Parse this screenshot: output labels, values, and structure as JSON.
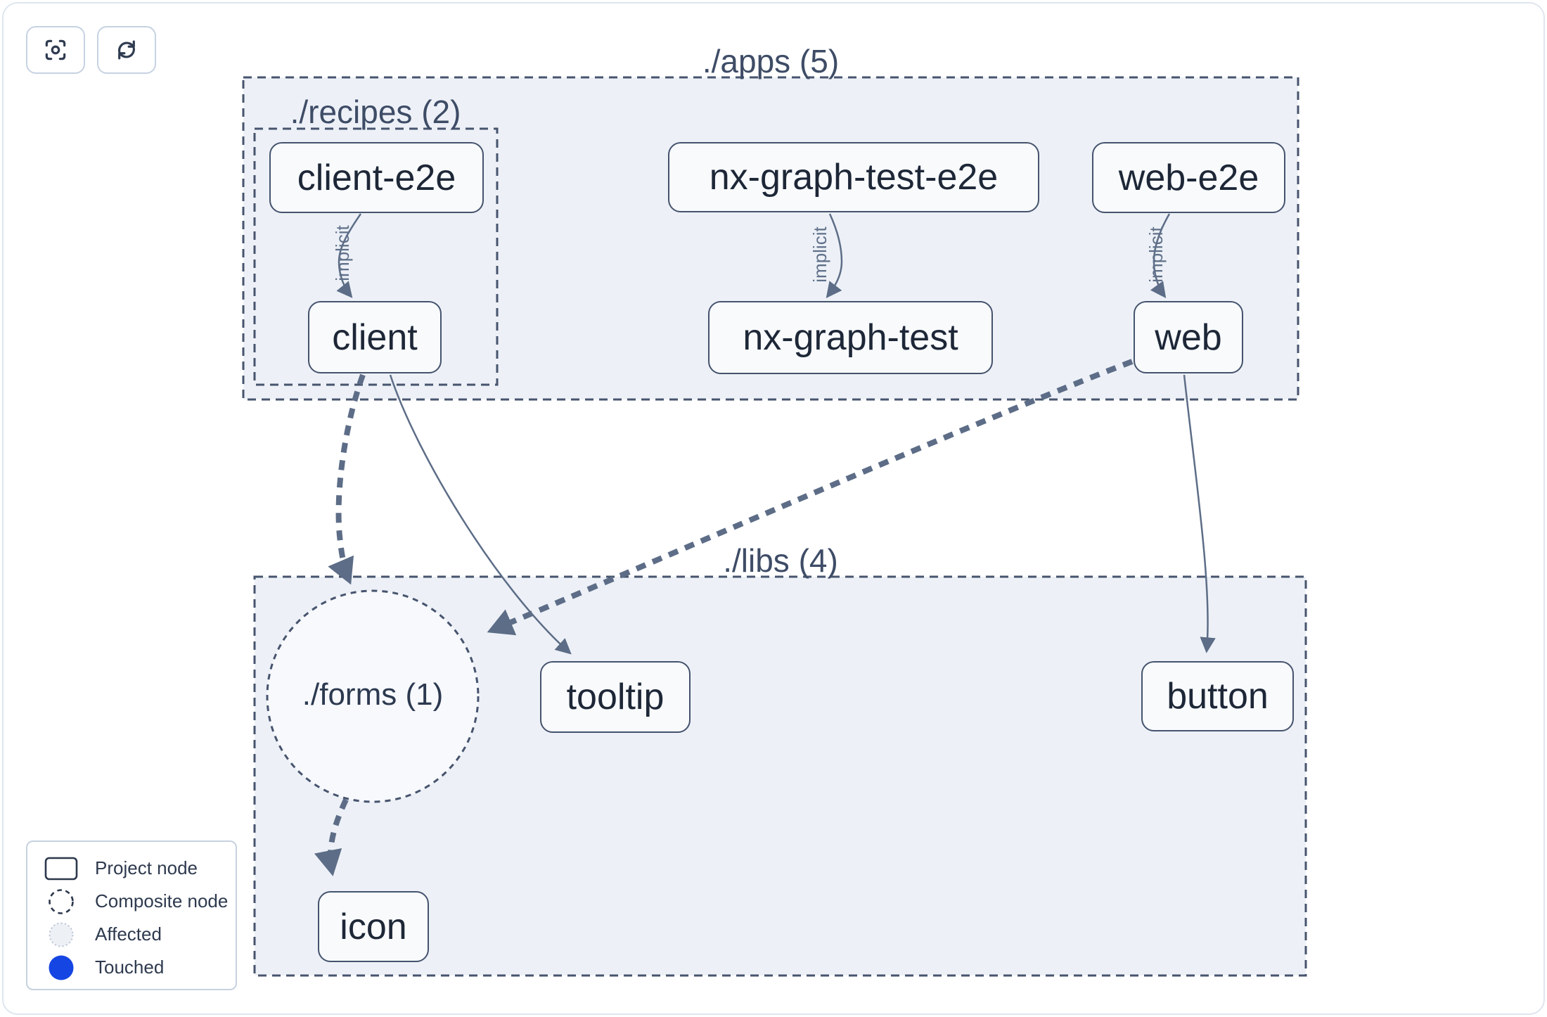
{
  "toolbar": {
    "buttons": [
      {
        "name": "focus-view",
        "icon": "focus-target-icon"
      },
      {
        "name": "refresh-graph",
        "icon": "refresh-icon"
      }
    ]
  },
  "groups": {
    "apps": {
      "label": "./apps (5)"
    },
    "recipes": {
      "label": "./recipes (2)"
    },
    "libs": {
      "label": "./libs (4)"
    },
    "forms": {
      "label": "./forms (1)",
      "kind": "composite-node"
    }
  },
  "nodes": {
    "client_e2e": "client-e2e",
    "client": "client",
    "nx_graph_test_e2e": "nx-graph-test-e2e",
    "nx_graph_test": "nx-graph-test",
    "web_e2e": "web-e2e",
    "web": "web",
    "tooltip": "tooltip",
    "button": "button",
    "icon": "icon"
  },
  "edges": [
    {
      "source": "client-e2e",
      "target": "client",
      "type": "implicit",
      "label": "implicit"
    },
    {
      "source": "nx-graph-test-e2e",
      "target": "nx-graph-test",
      "type": "implicit",
      "label": "implicit"
    },
    {
      "source": "web-e2e",
      "target": "web",
      "type": "implicit",
      "label": "implicit"
    },
    {
      "source": "client",
      "target": "./forms (1)",
      "type": "thick-dashed",
      "label": ""
    },
    {
      "source": "client",
      "target": "tooltip",
      "type": "static",
      "label": ""
    },
    {
      "source": "web",
      "target": "./forms (1)",
      "type": "thick-dashed",
      "label": ""
    },
    {
      "source": "web",
      "target": "button",
      "type": "static",
      "label": ""
    },
    {
      "source": "./forms (1)",
      "target": "icon",
      "type": "thick-dashed",
      "label": ""
    }
  ],
  "legend": {
    "items": [
      {
        "swatch": "project-node",
        "label": "Project node"
      },
      {
        "swatch": "composite-node",
        "label": "Composite node"
      },
      {
        "swatch": "affected",
        "label": "Affected"
      },
      {
        "swatch": "touched",
        "label": "Touched"
      }
    ]
  },
  "colors": {
    "group_fill": "#edf1f7",
    "composite_fill": "#f7f9fc",
    "node_fill": "#f8fafc",
    "node_border": "#45536d",
    "edge": "#5d6d87",
    "touched_blue": "#1545e3",
    "affected_fill": "#edf0f5"
  }
}
